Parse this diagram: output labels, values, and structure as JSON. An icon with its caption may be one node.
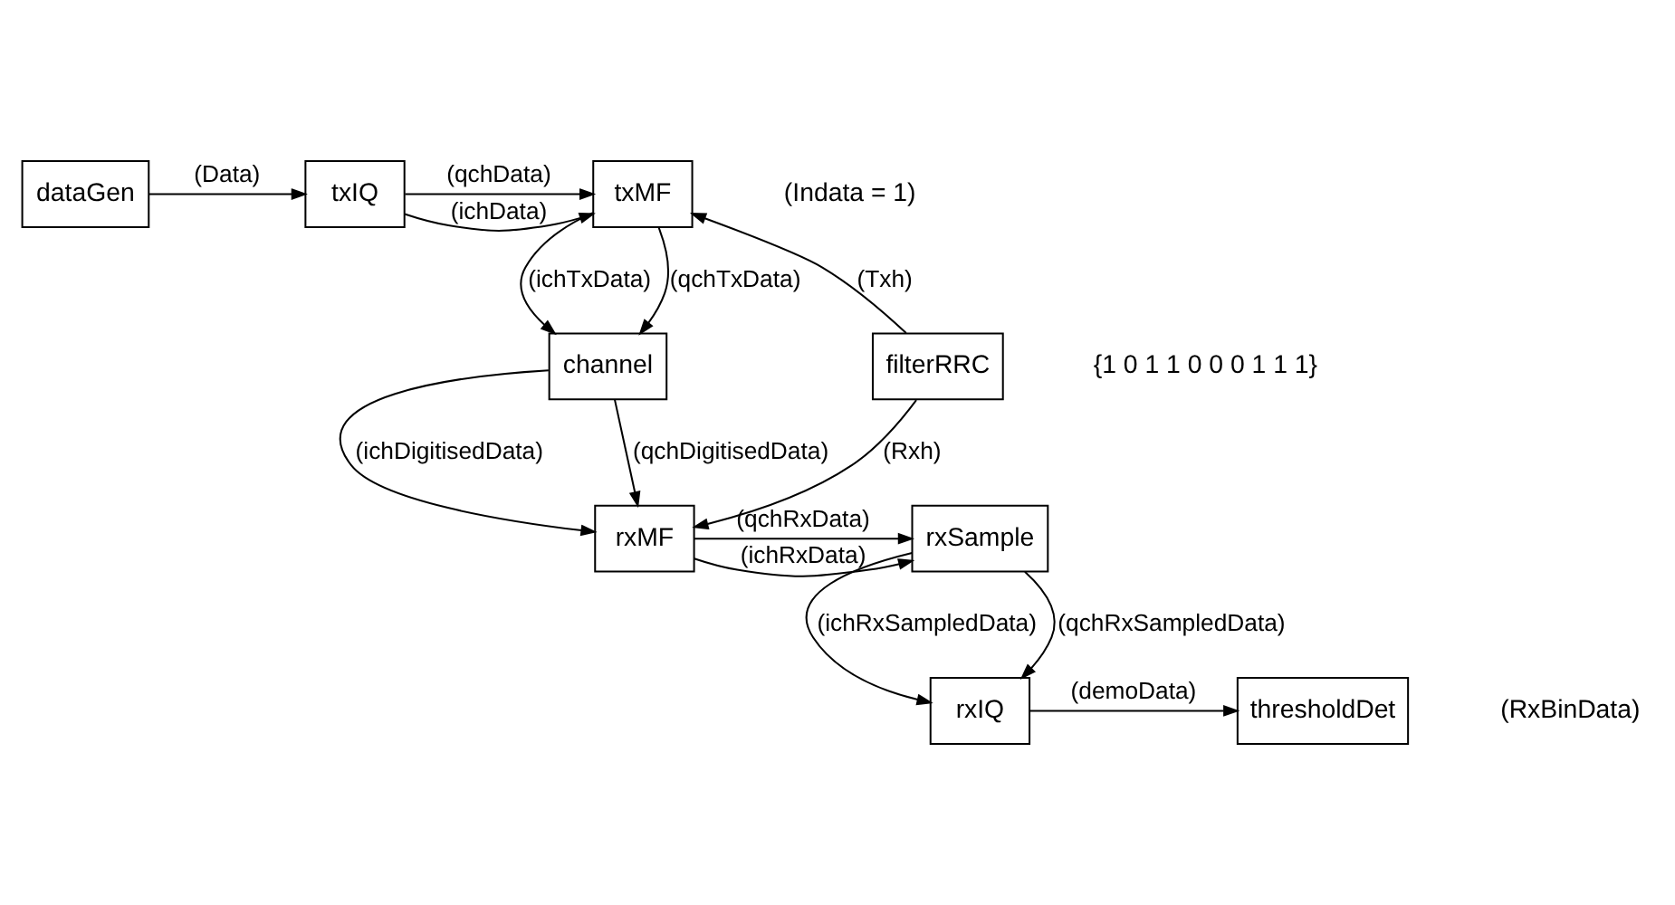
{
  "diagram": {
    "nodes": [
      {
        "text": [
          "dataGen"
        ]
      },
      {
        "text": [
          "txIQ"
        ]
      },
      {
        "text": [
          "txMF"
        ]
      },
      {
        "text": [
          "filterRRC"
        ]
      },
      {
        "text": [
          "channel"
        ]
      },
      {
        "text": [
          "rxMF"
        ]
      },
      {
        "text": [
          "rxSample"
        ]
      },
      {
        "text": [
          "rxIQ"
        ]
      },
      {
        "text": [
          "thresholdDet"
        ]
      }
    ],
    "edges": [
      {
        "from": 0,
        "to": 1,
        "arrow": "to",
        "label": "(Data)"
      },
      {
        "from": 1,
        "to": 2,
        "arrow": "to",
        "label": "(ichData)"
      },
      {
        "from": 1,
        "to": 2,
        "arrow": "to",
        "label": "(qchData)"
      },
      {
        "from": 2,
        "to": 4,
        "arrow": "to",
        "label": "(ichTxData)"
      },
      {
        "from": 2,
        "to": 4,
        "arrow": "to",
        "label": "(qchTxData)"
      },
      {
        "from": 3,
        "to": 2,
        "arrow": "to",
        "label": "(Txh)"
      },
      {
        "from": 3,
        "to": 5,
        "arrow": "to",
        "label": "(Rxh)"
      },
      {
        "from": 4,
        "to": 5,
        "arrow": "to",
        "label": "(ichDigitisedData)"
      },
      {
        "from": 4,
        "to": 5,
        "arrow": "to",
        "label": "(qchDigitisedData)"
      },
      {
        "from": 5,
        "to": 6,
        "arrow": "to",
        "label": "(ichRxData)"
      },
      {
        "from": 5,
        "to": 6,
        "arrow": "to",
        "label": "(qchRxData)"
      },
      {
        "from": 6,
        "to": 7,
        "arrow": "to",
        "label": "(ichRxSampledData)"
      },
      {
        "from": 6,
        "to": 7,
        "arrow": "to",
        "label": "(qchRxSampledData)"
      },
      {
        "from": 7,
        "to": 8,
        "arrow": "to",
        "label": "(demoData)"
      }
    ],
    "labels": [
      "(Indata = 1)",
      "{1 0 1 1 0 0 0 1 1 1}",
      "(RxBinData)"
    ]
  }
}
